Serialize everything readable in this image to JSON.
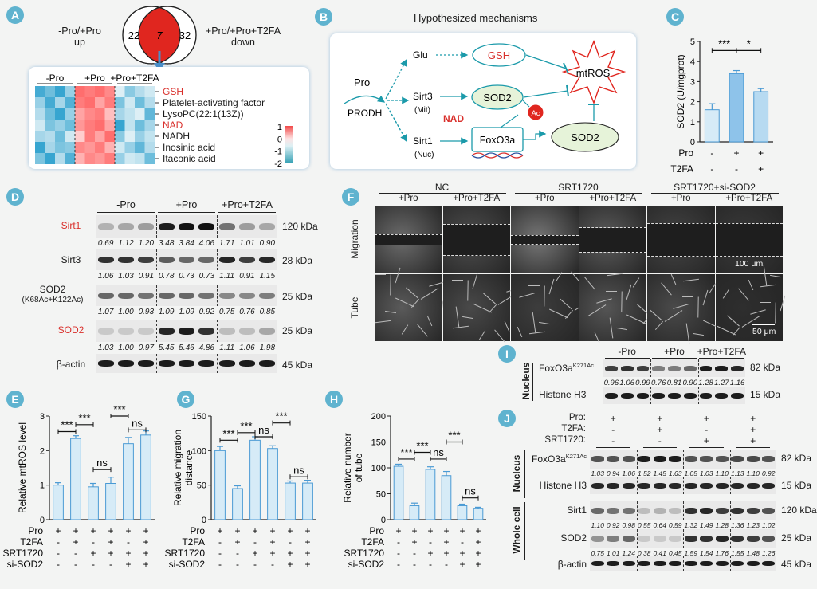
{
  "panels": {
    "A": "A",
    "B": "B",
    "C": "C",
    "D": "D",
    "E": "E",
    "F": "F",
    "G": "G",
    "H": "H",
    "I": "I",
    "J": "J"
  },
  "A": {
    "venn_left_label": [
      "-Pro/+Pro",
      "up"
    ],
    "venn_right_label": [
      "+Pro/+Pro+T2FA",
      "down"
    ],
    "venn_left": "22",
    "venn_mid": "7",
    "venn_right": "32",
    "groups": [
      "-Pro",
      "+Pro",
      "+Pro+T2FA"
    ],
    "metabolites": [
      {
        "name": "GSH",
        "color": "#d9302c"
      },
      {
        "name": "Platelet-activating factor",
        "color": "#1a1a1a"
      },
      {
        "name": "LysoPC(22:1(13Z))",
        "color": "#1a1a1a"
      },
      {
        "name": "NAD",
        "color": "#d9302c"
      },
      {
        "name": "NADH",
        "color": "#1a1a1a"
      },
      {
        "name": "Inosinic acid",
        "color": "#1a1a1a"
      },
      {
        "name": "Itaconic acid",
        "color": "#1a1a1a"
      }
    ],
    "scale": [
      "1",
      "0",
      "-1",
      "-2"
    ],
    "heat": [
      [
        -1.2,
        -0.9,
        -1.4,
        -0.6,
        1.0,
        0.9,
        1.0,
        0.8,
        -0.1,
        -0.7,
        -0.4,
        -0.2
      ],
      [
        -0.6,
        -1.2,
        -0.5,
        -1.1,
        0.9,
        1.0,
        0.6,
        0.9,
        -0.8,
        -0.2,
        -0.9,
        -0.4
      ],
      [
        -0.4,
        -0.9,
        -1.3,
        -0.6,
        0.6,
        0.8,
        0.9,
        0.4,
        -0.5,
        -0.3,
        -0.1,
        -1.0
      ],
      [
        -0.2,
        -0.8,
        -0.6,
        -0.9,
        0.7,
        0.9,
        1.0,
        0.6,
        -1.3,
        -0.3,
        -0.9,
        -0.5
      ],
      [
        -0.5,
        -0.4,
        -0.9,
        -0.2,
        0.3,
        0.9,
        0.6,
        1.0,
        -0.7,
        -0.1,
        -0.6,
        -0.3
      ],
      [
        -1.6,
        -0.5,
        -0.8,
        -0.7,
        0.8,
        0.7,
        0.9,
        0.5,
        -0.2,
        -0.6,
        -1.0,
        -0.4
      ],
      [
        -0.8,
        -1.3,
        -0.4,
        -1.1,
        0.5,
        0.8,
        0.7,
        0.9,
        -0.6,
        -0.2,
        -0.3,
        -0.9
      ]
    ]
  },
  "B": {
    "title": "Hypothesized mechanisms",
    "pro": "Pro",
    "prodh": "PRODH",
    "glu": "Glu",
    "sirt3": "Sirt3",
    "mit": "(Mit)",
    "sirt1": "Sirt1",
    "nuc": "(Nuc)",
    "gsh": "GSH",
    "sod2": "SOD2",
    "foxo3a": "FoxO3a",
    "sod2b": "SOD2",
    "nad": "NAD",
    "ac": "Ac",
    "mtros": "mtROS"
  },
  "C": {
    "ylabel": "SOD2 (U/mgprot)",
    "row_labels": [
      "Pro",
      "T2FA"
    ],
    "sig": [
      "***",
      "*"
    ],
    "conditions": [
      [
        "-",
        "-"
      ],
      [
        "+",
        "-"
      ],
      [
        "+",
        "+"
      ]
    ],
    "chart_data": {
      "type": "bar",
      "categories": [
        "-Pro",
        "+Pro",
        "+Pro+T2FA"
      ],
      "values": [
        1.6,
        3.4,
        2.5
      ],
      "errors": [
        0.3,
        0.15,
        0.15
      ],
      "ylim": [
        0,
        5
      ],
      "yticks": [
        0,
        1,
        2,
        3,
        4,
        5
      ],
      "ylabel": "SOD2 (U/mgprot)",
      "colors": [
        "#d6ebf7",
        "#8ec3ea",
        "#b7daf1"
      ]
    }
  },
  "D": {
    "groups": [
      "-Pro",
      "+Pro",
      "+Pro+T2FA"
    ],
    "rows": [
      {
        "name": "Sirt1",
        "color": "#d9302c",
        "kda": "120 kDa",
        "quant": [
          "0.69",
          "1.12",
          "1.20",
          "3.48",
          "3.84",
          "4.06",
          "1.71",
          "1.01",
          "0.90"
        ]
      },
      {
        "name": "Sirt3",
        "color": "#1a1a1a",
        "kda": "28 kDa",
        "quant": [
          "1.06",
          "1.03",
          "0.91",
          "0.78",
          "0.73",
          "0.73",
          "1.11",
          "0.91",
          "1.15"
        ]
      },
      {
        "name": "SOD2",
        "sub": "(K68Ac+K122Ac)",
        "color": "#1a1a1a",
        "kda": "25 kDa",
        "quant": [
          "1.07",
          "1.00",
          "0.93",
          "1.09",
          "1.09",
          "0.92",
          "0.75",
          "0.76",
          "0.85"
        ]
      },
      {
        "name": "SOD2",
        "color": "#d9302c",
        "kda": "25 kDa",
        "quant": [
          "1.03",
          "1.00",
          "0.97",
          "5.45",
          "5.46",
          "4.86",
          "1.11",
          "1.06",
          "1.98"
        ]
      },
      {
        "name": "β-actin",
        "color": "#1a1a1a",
        "kda": "45 kDa",
        "quant": []
      }
    ]
  },
  "E": {
    "ylabel": "Relative mtROS level",
    "row_labels": [
      "Pro",
      "T2FA",
      "SRT1720",
      "si-SOD2"
    ],
    "conditions": [
      [
        "+",
        "-",
        "-",
        "-"
      ],
      [
        "+",
        "+",
        "-",
        "-"
      ],
      [
        "+",
        "-",
        "+",
        "-"
      ],
      [
        "+",
        "+",
        "+",
        "-"
      ],
      [
        "+",
        "-",
        "+",
        "+"
      ],
      [
        "+",
        "+",
        "+",
        "+"
      ]
    ],
    "sig": [
      "***",
      "***",
      "***",
      "ns",
      "ns"
    ],
    "chart_data": {
      "type": "bar",
      "categories": [
        "1",
        "2",
        "3",
        "4",
        "5",
        "6"
      ],
      "values": [
        1.0,
        2.35,
        0.95,
        1.05,
        2.2,
        2.45
      ],
      "errors": [
        0.07,
        0.08,
        0.1,
        0.18,
        0.18,
        0.12
      ],
      "ylim": [
        0,
        3
      ],
      "yticks": [
        0,
        1,
        2,
        3
      ],
      "ylabel": "Relative mtROS level"
    }
  },
  "F": {
    "groups": [
      "NC",
      "SRT1720",
      "SRT1720+si-SOD2"
    ],
    "sub": [
      "+Pro",
      "+Pro+T2FA",
      "+Pro",
      "+Pro+T2FA",
      "+Pro",
      "+Pro+T2FA"
    ],
    "rows": [
      "Migration",
      "Tube"
    ],
    "scale1": "100 μm",
    "scale2": "50 μm"
  },
  "G": {
    "ylabel": "Relative migration distance",
    "row_labels": [
      "Pro",
      "T2FA",
      "SRT1720",
      "si-SOD2"
    ],
    "conditions": [
      [
        "+",
        "-",
        "-",
        "-"
      ],
      [
        "+",
        "+",
        "-",
        "-"
      ],
      [
        "+",
        "-",
        "+",
        "-"
      ],
      [
        "+",
        "+",
        "+",
        "-"
      ],
      [
        "+",
        "-",
        "+",
        "+"
      ],
      [
        "+",
        "+",
        "+",
        "+"
      ]
    ],
    "sig": [
      "***",
      "***",
      "***",
      "ns",
      "ns"
    ],
    "chart_data": {
      "type": "bar",
      "categories": [
        "1",
        "2",
        "3",
        "4",
        "5",
        "6"
      ],
      "values": [
        100,
        45,
        115,
        103,
        53,
        53
      ],
      "errors": [
        6,
        4,
        5,
        4,
        3,
        4
      ],
      "ylim": [
        0,
        150
      ],
      "yticks": [
        0,
        50,
        100,
        150
      ],
      "ylabel": "Relative migration distance"
    }
  },
  "H": {
    "ylabel": "Relative number of tube",
    "row_labels": [
      "Pro",
      "T2FA",
      "SRT1720",
      "si-SOD2"
    ],
    "conditions": [
      [
        "+",
        "-",
        "-",
        "-"
      ],
      [
        "+",
        "+",
        "-",
        "-"
      ],
      [
        "+",
        "-",
        "+",
        "-"
      ],
      [
        "+",
        "+",
        "+",
        "-"
      ],
      [
        "+",
        "-",
        "+",
        "+"
      ],
      [
        "+",
        "+",
        "+",
        "+"
      ]
    ],
    "sig": [
      "***",
      "***",
      "***",
      "ns",
      "ns"
    ],
    "chart_data": {
      "type": "bar",
      "categories": [
        "1",
        "2",
        "3",
        "4",
        "5",
        "6"
      ],
      "values": [
        103,
        27,
        97,
        85,
        27,
        22
      ],
      "errors": [
        4,
        5,
        5,
        8,
        3,
        2
      ],
      "ylim": [
        0,
        200
      ],
      "yticks": [
        0,
        50,
        100,
        150,
        200
      ],
      "ylabel": "Relative number of tube"
    }
  },
  "I": {
    "groups": [
      "-Pro",
      "+Pro",
      "+Pro+T2FA"
    ],
    "side": "Nucleus",
    "rows": [
      {
        "name": "FoxO3a",
        "sup": "K271Ac",
        "kda": "82 kDa",
        "quant": [
          "0.96",
          "1.06",
          "0.99",
          "0.76",
          "0.81",
          "0.90",
          "1.28",
          "1.27",
          "1.16"
        ]
      },
      {
        "name": "Histone H3",
        "sup": "",
        "kda": "15 kDa",
        "quant": []
      }
    ]
  },
  "J": {
    "header_labels": [
      "Pro:",
      "T2FA:",
      "SRT1720:"
    ],
    "conditions": [
      [
        "+",
        "-",
        "-"
      ],
      [
        "+",
        "+",
        "-"
      ],
      [
        "+",
        "-",
        "+"
      ],
      [
        "+",
        "+",
        "+"
      ]
    ],
    "side_nucleus": "Nucleus",
    "side_whole": "Whole cell",
    "rows": [
      {
        "name": "FoxO3a",
        "sup": "K271Ac",
        "kda": "82 kDa",
        "quant": [
          "1.03",
          "0.94",
          "1.06",
          "1.52",
          "1.45",
          "1.63",
          "1.05",
          "1.03",
          "1.10",
          "1.13",
          "1.10",
          "0.92"
        ]
      },
      {
        "name": "Histone H3",
        "sup": "",
        "kda": "15 kDa",
        "quant": []
      },
      {
        "name": "Sirt1",
        "sup": "",
        "kda": "120 kDa",
        "quant": [
          "1.10",
          "0.92",
          "0.98",
          "0.55",
          "0.64",
          "0.59",
          "1.32",
          "1.49",
          "1.28",
          "1.36",
          "1.23",
          "1.02"
        ]
      },
      {
        "name": "SOD2",
        "sup": "",
        "kda": "25 kDa",
        "quant": [
          "0.75",
          "1.01",
          "1.24",
          "0.38",
          "0.41",
          "0.45",
          "1.59",
          "1.54",
          "1.76",
          "1.55",
          "1.48",
          "1.26"
        ]
      },
      {
        "name": "β-actin",
        "sup": "",
        "kda": "45 kDa",
        "quant": []
      }
    ]
  }
}
